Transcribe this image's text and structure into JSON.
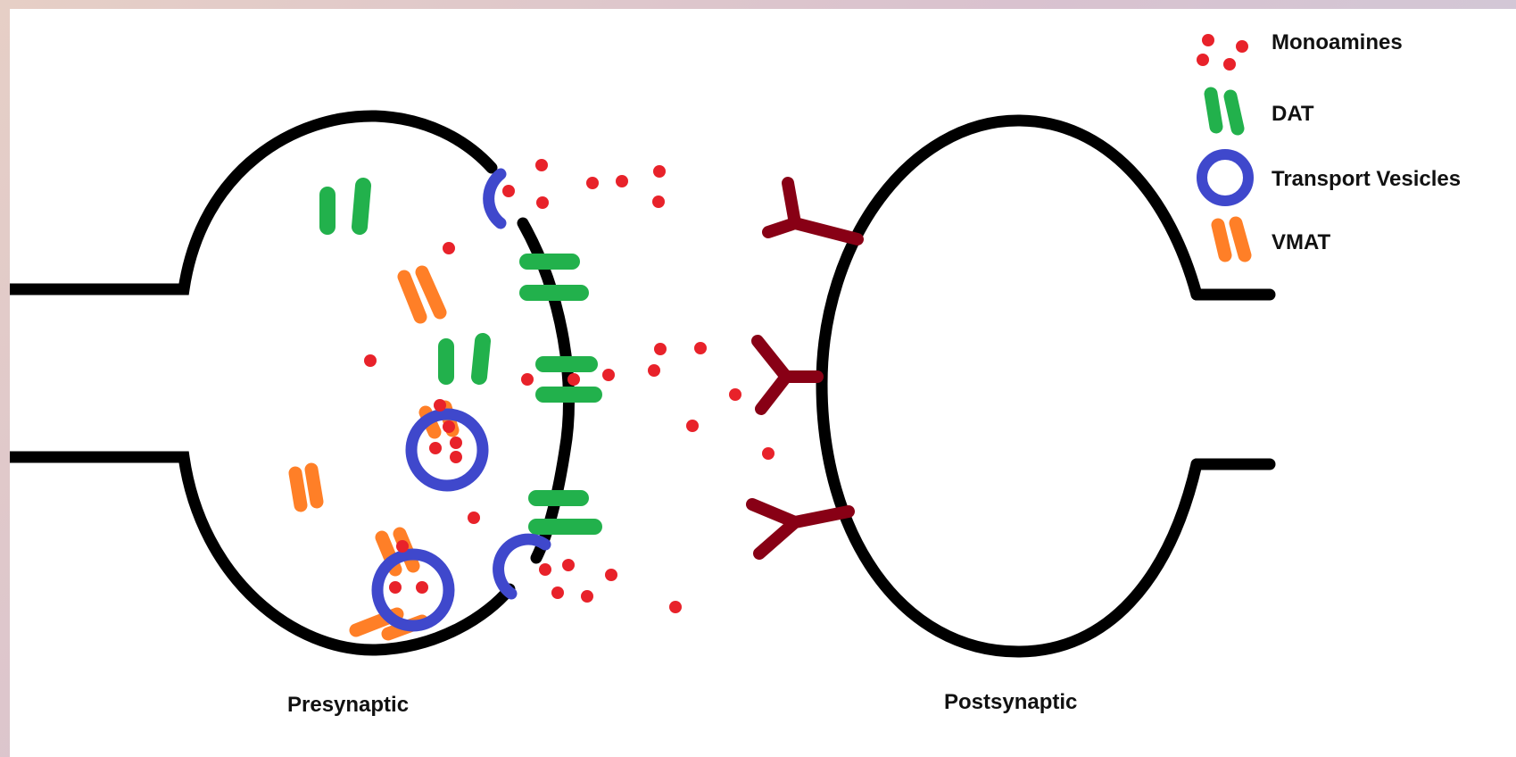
{
  "legend": {
    "monoamines": "Monoamines",
    "dat": "DAT",
    "vesicles": "Transport Vesicles",
    "vmat": "VMAT"
  },
  "labels": {
    "presynaptic": "Presynaptic",
    "postsynaptic": "Postsynaptic"
  },
  "colors": {
    "membrane": "#000000",
    "monoamine": "#e8222a",
    "dat": "#22b14c",
    "vesicle": "#3f48cc",
    "vmat": "#ff7f27",
    "receptor": "#880015"
  }
}
